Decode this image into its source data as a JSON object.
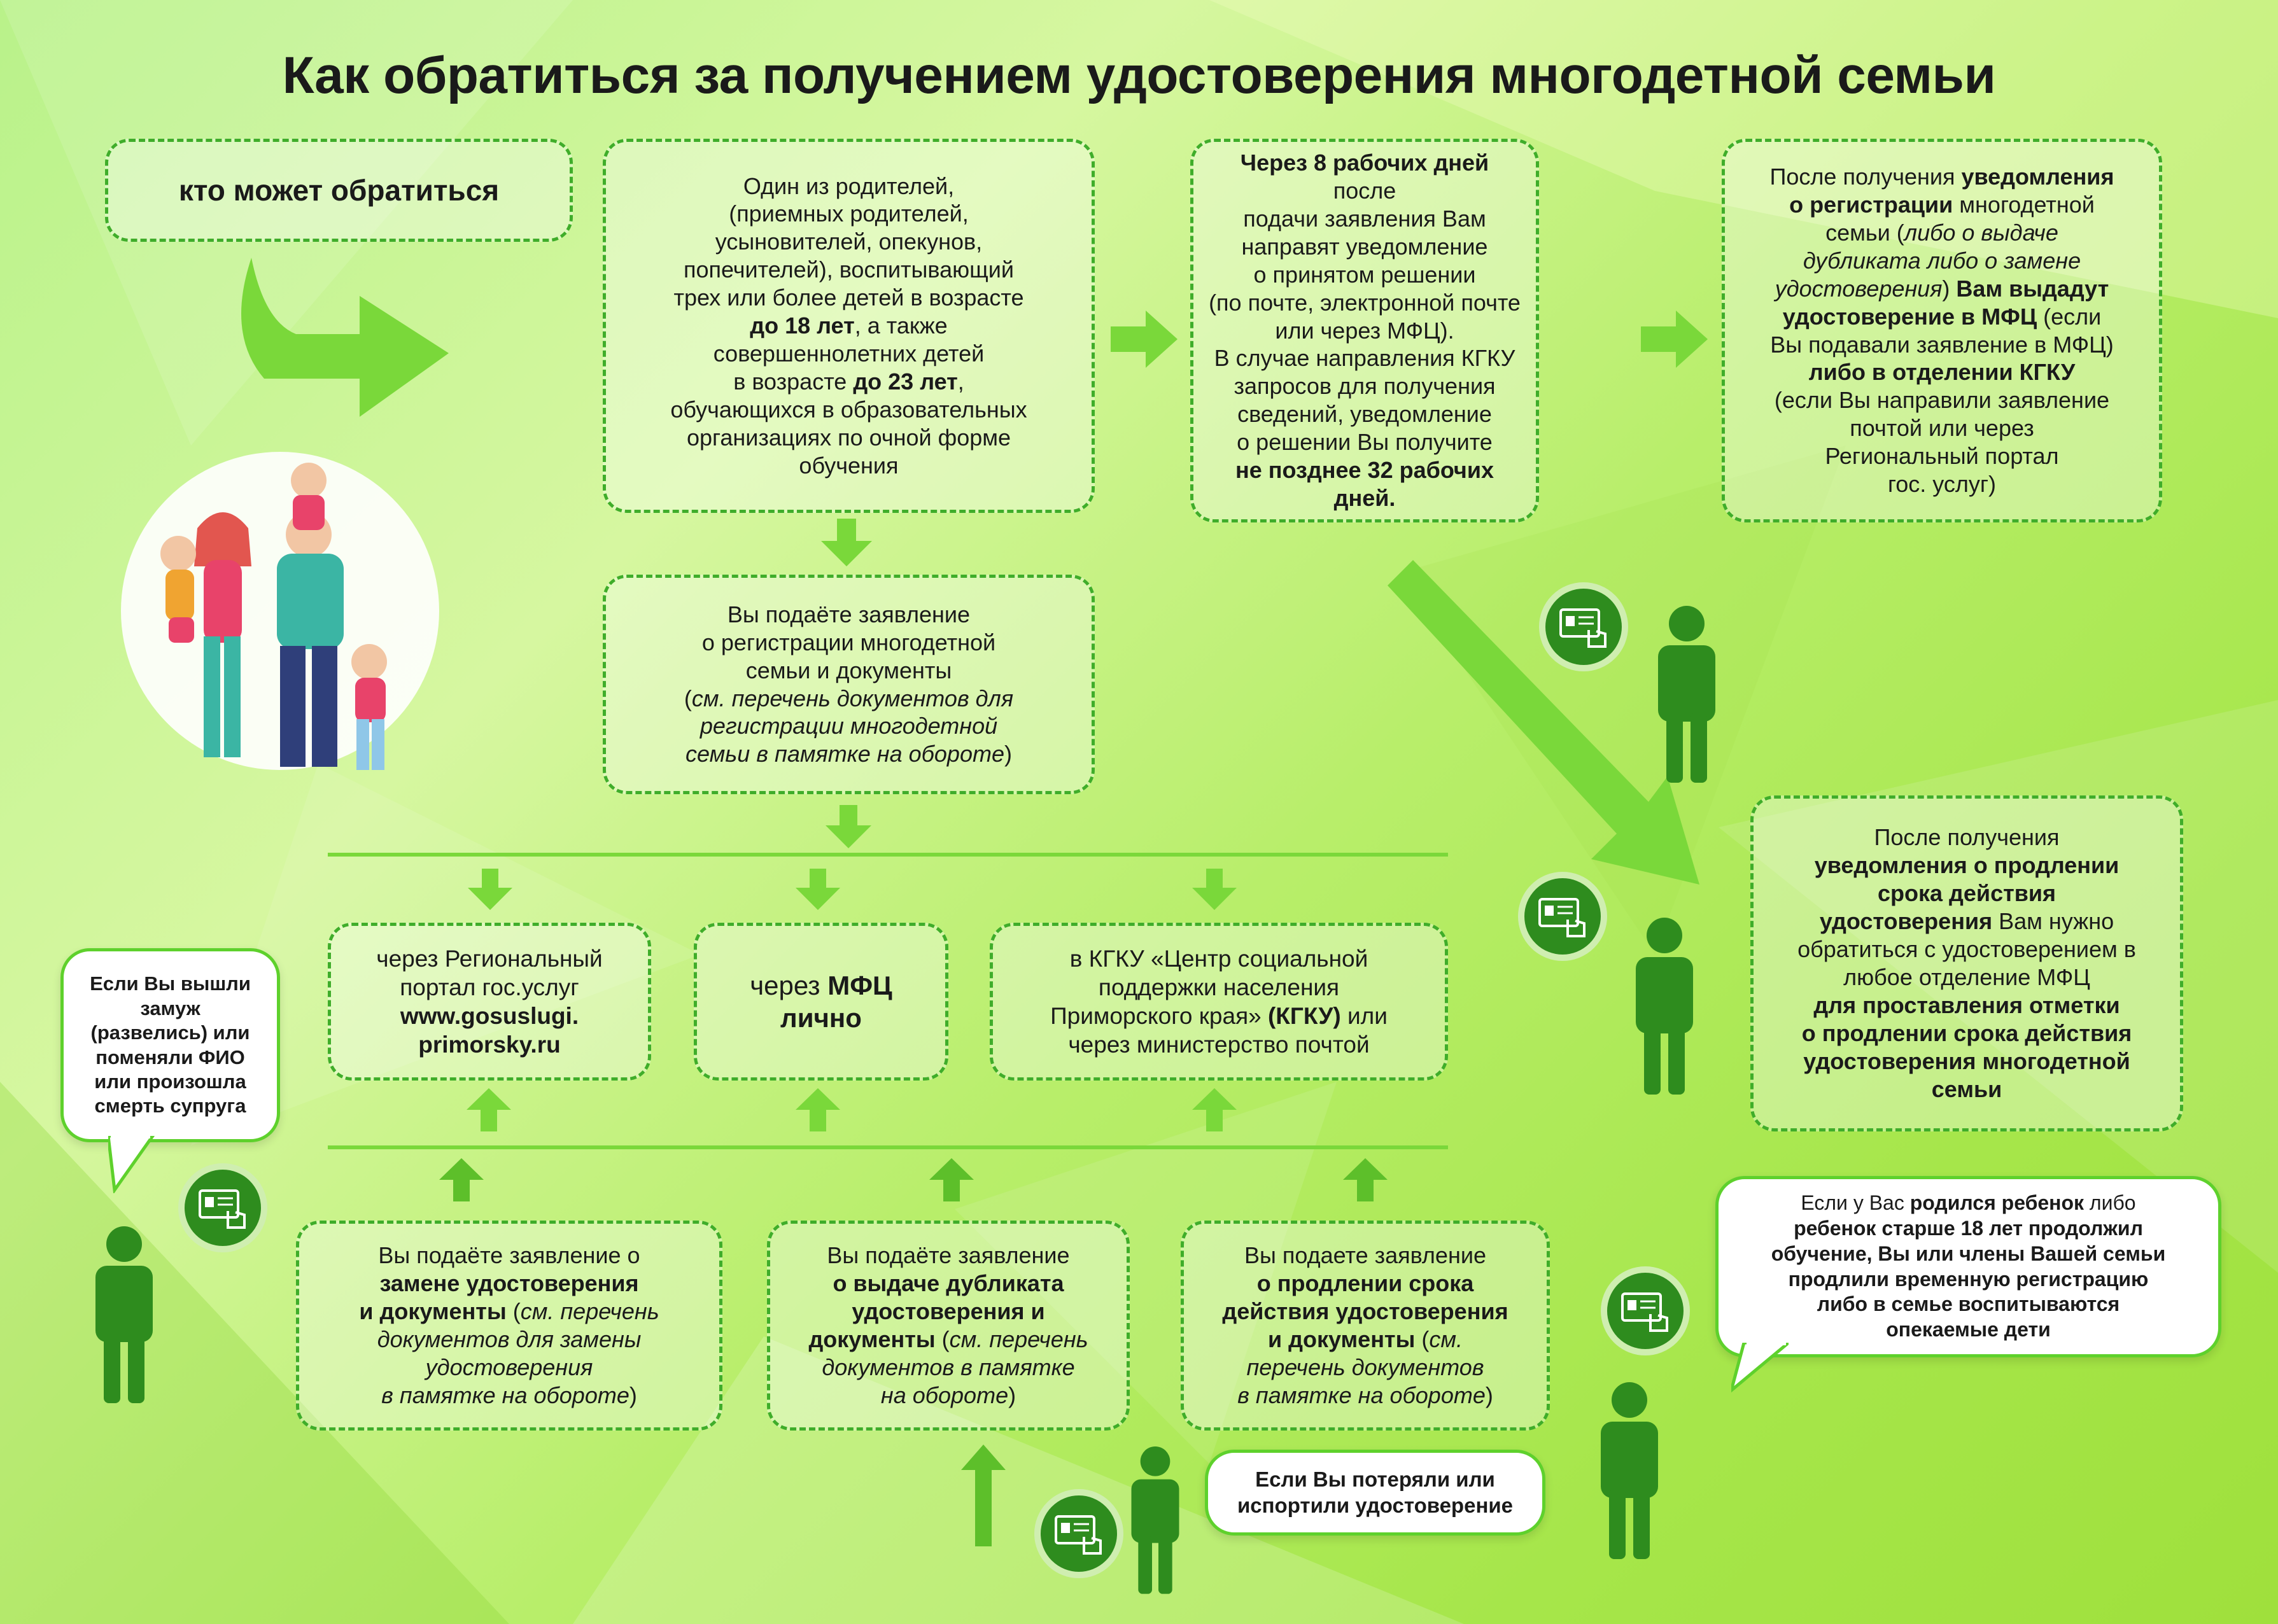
{
  "title": "Как обратиться за получением удостоверения многодетной семьи",
  "who": "кто может обратиться",
  "colors": {
    "accent": "#5ed12c",
    "dark_green": "#2e8c1e",
    "arrow": "#7ad83a",
    "border": "#3fad2a"
  },
  "box_parents": {
    "l1": "Один из родителей,",
    "l2": "(приемных родителей,",
    "l3": "усыновителей, опекунов,",
    "l4": "попечителей), воспитывающий",
    "l5": "трех или более  детей в возрасте",
    "l6b": "до 18 лет",
    "l6": ", а также",
    "l7": "совершеннолетних детей",
    "l8": "в возрасте ",
    "l8b": "до 23 лет",
    "l8e": ",",
    "l9": "обучающихся в образовательных",
    "l10": "организациях по очной форме",
    "l11": "обучения"
  },
  "box_8days": {
    "l1b": "Через 8 рабочих дней",
    "l1": " после",
    "l2": "подачи заявления Вам",
    "l3": "направят уведомление",
    "l4": "о принятом решении",
    "l5": "(по почте, электронной почте",
    "l6": "или через МФЦ).",
    "l7": "В случае направления КГКУ",
    "l8": "запросов для получения",
    "l9": "сведений, уведомление",
    "l10": "о решении Вы получите",
    "l11b": "не позднее 32 рабочих дней."
  },
  "box_after_reg": {
    "l1": "После получения ",
    "l1b": "уведомления",
    "l2b": "о регистрации",
    "l2": " многодетной",
    "l3": "семьи (",
    "l3i": "либо о выдаче",
    "l4i": "дубликата либо о замене",
    "l5i": "удостоверения",
    "l5": ") ",
    "l5b": "Вам выдадут",
    "l6b": "удостоверение в МФЦ",
    "l6": " (если",
    "l7": "Вы подавали заявление в МФЦ)",
    "l8b": "либо в отделении КГКУ",
    "l9": "(если Вы направили заявление",
    "l10": "почтой или через",
    "l11": "Региональный портал",
    "l12": "гос. услуг)"
  },
  "box_apply": {
    "l1": "Вы подаёте заявление",
    "l2": "о регистрации многодетной",
    "l3": "семьи и документы",
    "l4": "(",
    "l4i": "см. перечень документов для",
    "l5i": "регистрации многодетной",
    "l6i": "семьи в памятке на обороте",
    "l6": ")"
  },
  "box_extend_notice": {
    "l1": "После получения",
    "l2b": "уведомления о продлении",
    "l3b": "срока действия",
    "l4b": "удостоверения",
    "l4": " Вам нужно",
    "l5": "обратиться с удостоверением в",
    "l6": "любое отделение МФЦ",
    "l7b": "для проставления отметки",
    "l8b": "о продлении срока действия",
    "l9b": "удостоверения многодетной",
    "l10b": "семьи"
  },
  "channels": {
    "portal": {
      "l1": "через Региональный",
      "l2": "портал гос.услуг",
      "l3b": "www.gosuslugi.",
      "l4b": "primorsky.ru"
    },
    "mfc": {
      "l1": "через ",
      "l1b": "МФЦ",
      "l2b": "лично"
    },
    "kgku": {
      "l1": "в КГКУ «Центр социальной",
      "l2": "поддержки населения",
      "l3": "Приморского края» ",
      "l3b": "(КГКУ)",
      "l3e": " или",
      "l4": "через министерство почтой"
    }
  },
  "bottom": {
    "replace": {
      "l1": "Вы подаёте заявление о",
      "l2b": "замене удостоверения",
      "l3b": "и документы",
      "l3": " (",
      "l3i": "см. перечень",
      "l4i": "документов для замены",
      "l5i": "удостоверения",
      "l6i": "в памятке на обороте",
      "l6": ")"
    },
    "duplicate": {
      "l1": "Вы подаёте заявление",
      "l2b": "о выдаче дубликата",
      "l3b": "удостоверения и",
      "l4b": "документы",
      "l4": " (",
      "l4i": "см. перечень",
      "l5i": "документов в памятке",
      "l6i": "на обороте",
      "l6": ")"
    },
    "extend": {
      "l1": "Вы подаете заявление",
      "l2b": "о продлении срока",
      "l3b": "действия удостоверения",
      "l4b": "и документы",
      "l4": " (",
      "l4i": "см.",
      "l5i": "перечень документов",
      "l6i": "в памятке на обороте",
      "l6": ")"
    }
  },
  "bubbles": {
    "married": [
      "Если Вы вышли",
      "замуж",
      "(развелись) или",
      "поменяли ФИО",
      "или  произошла",
      "смерть супруга"
    ],
    "lost": [
      "Если Вы потеряли или",
      "испортили удостоверение"
    ],
    "child": [
      "Если у Вас ",
      "родился ребенок",
      " либо",
      "ребенок старше 18 лет продолжил",
      "обучение, Вы или члены Вашей семьи",
      "продлили временную регистрацию",
      "либо в семье воспитываются",
      "опекаемые дети"
    ]
  }
}
